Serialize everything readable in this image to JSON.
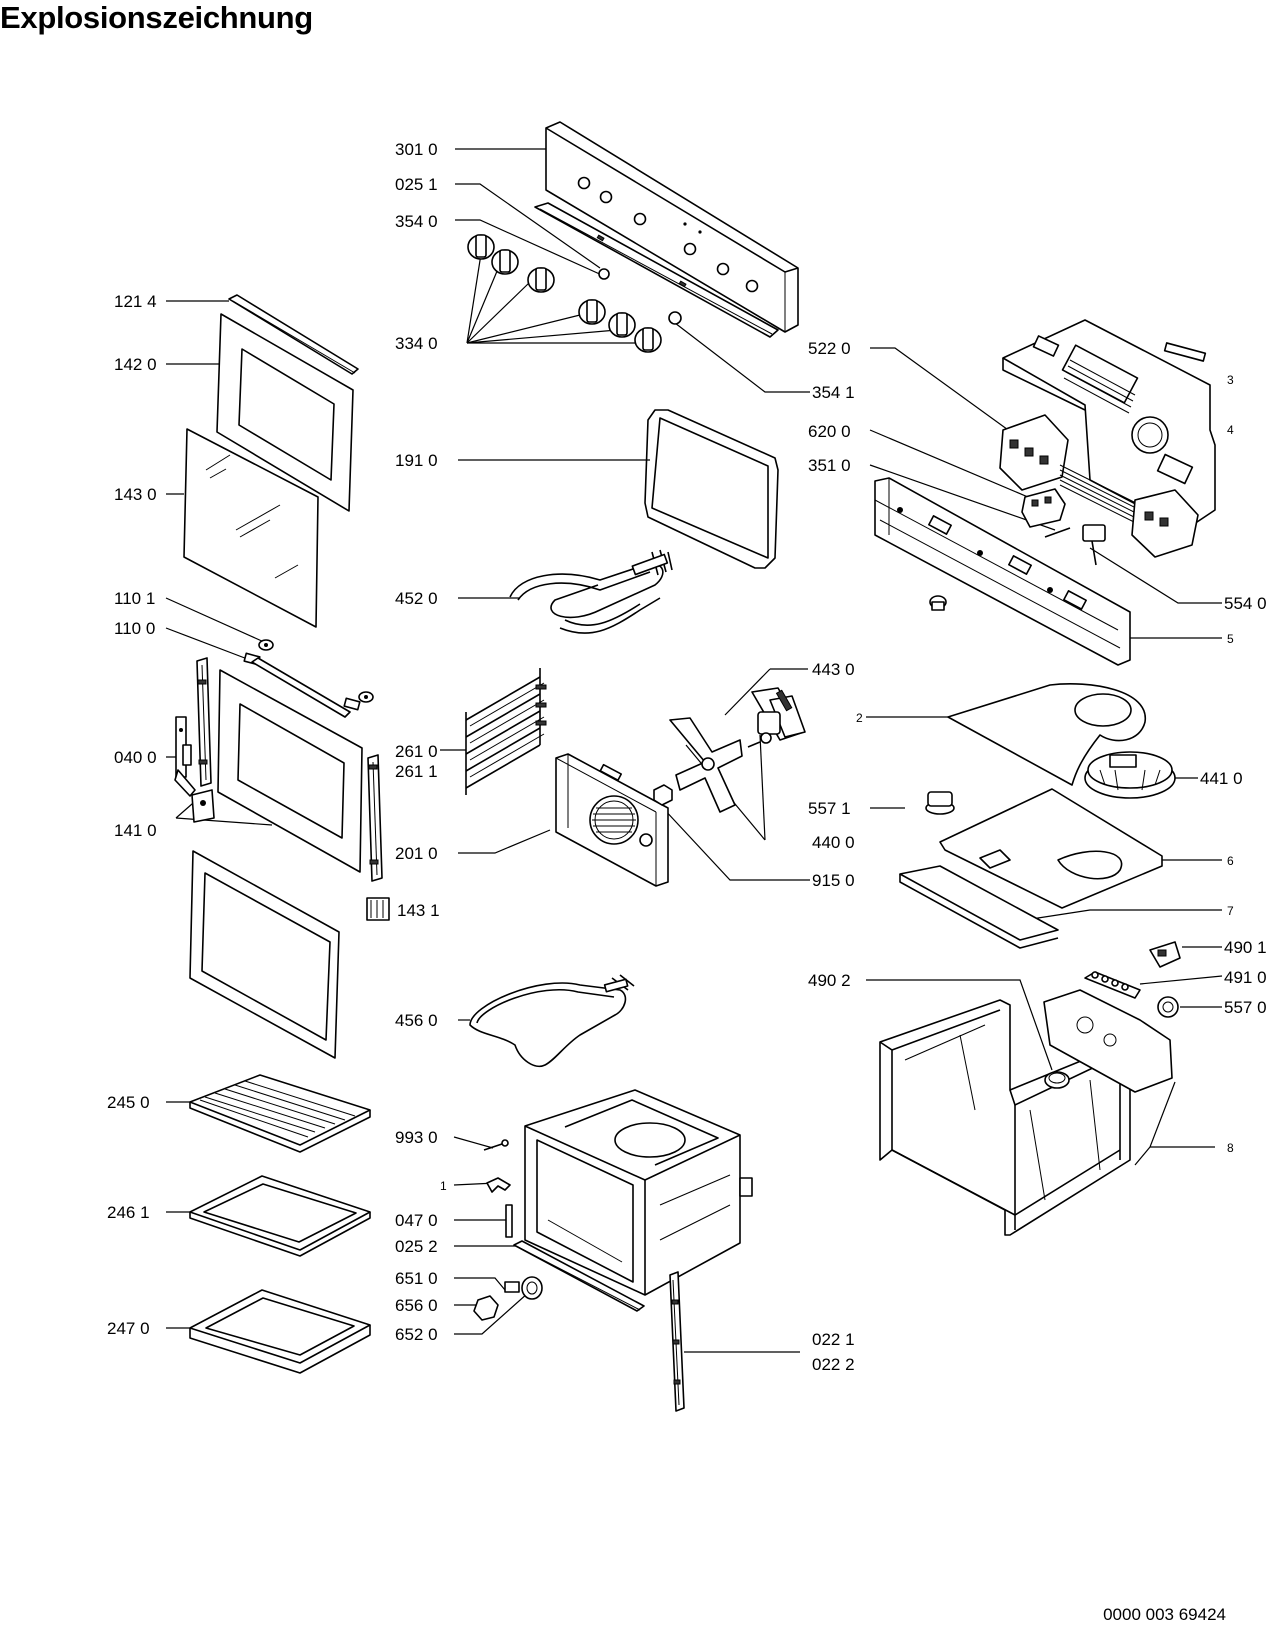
{
  "title": "Explosionszeichnung",
  "document_number": "0000 003 69424",
  "callouts": {
    "c3010": "301 0",
    "c0251": "025 1",
    "c3540": "354 0",
    "c1214": "121 4",
    "c1420": "142 0",
    "c3340": "334 0",
    "c3541": "354 1",
    "c5220": "522 0",
    "c3": "3",
    "c4": "4",
    "c6200": "620 0",
    "c3510": "351 0",
    "c1910": "191 0",
    "c1430": "143 0",
    "c5540": "554 0",
    "c4520": "452 0",
    "c5": "5",
    "c1101": "110 1",
    "c1100": "110 0",
    "c4430": "443 0",
    "c2": "2",
    "c2610": "261 0",
    "c2611": "261 1",
    "c0400": "040 0",
    "c4410": "441 0",
    "c5571": "557 1",
    "c1410": "141 0",
    "c4400": "440 0",
    "c2010": "201 0",
    "c9150": "915 0",
    "c6": "6",
    "c1431": "143 1",
    "c7": "7",
    "c4901": "490 1",
    "c4902": "490 2",
    "c4910": "491 0",
    "c5570": "557 0",
    "c4560": "456 0",
    "c2450": "245 0",
    "c9930": "993 0",
    "c8": "8",
    "c1": "1",
    "c2461": "246 1",
    "c0470": "047 0",
    "c0252": "025 2",
    "c6510": "651 0",
    "c6560": "656 0",
    "c6520": "652 0",
    "c2470": "247 0",
    "c0221": "022 1",
    "c0222": "022 2"
  }
}
